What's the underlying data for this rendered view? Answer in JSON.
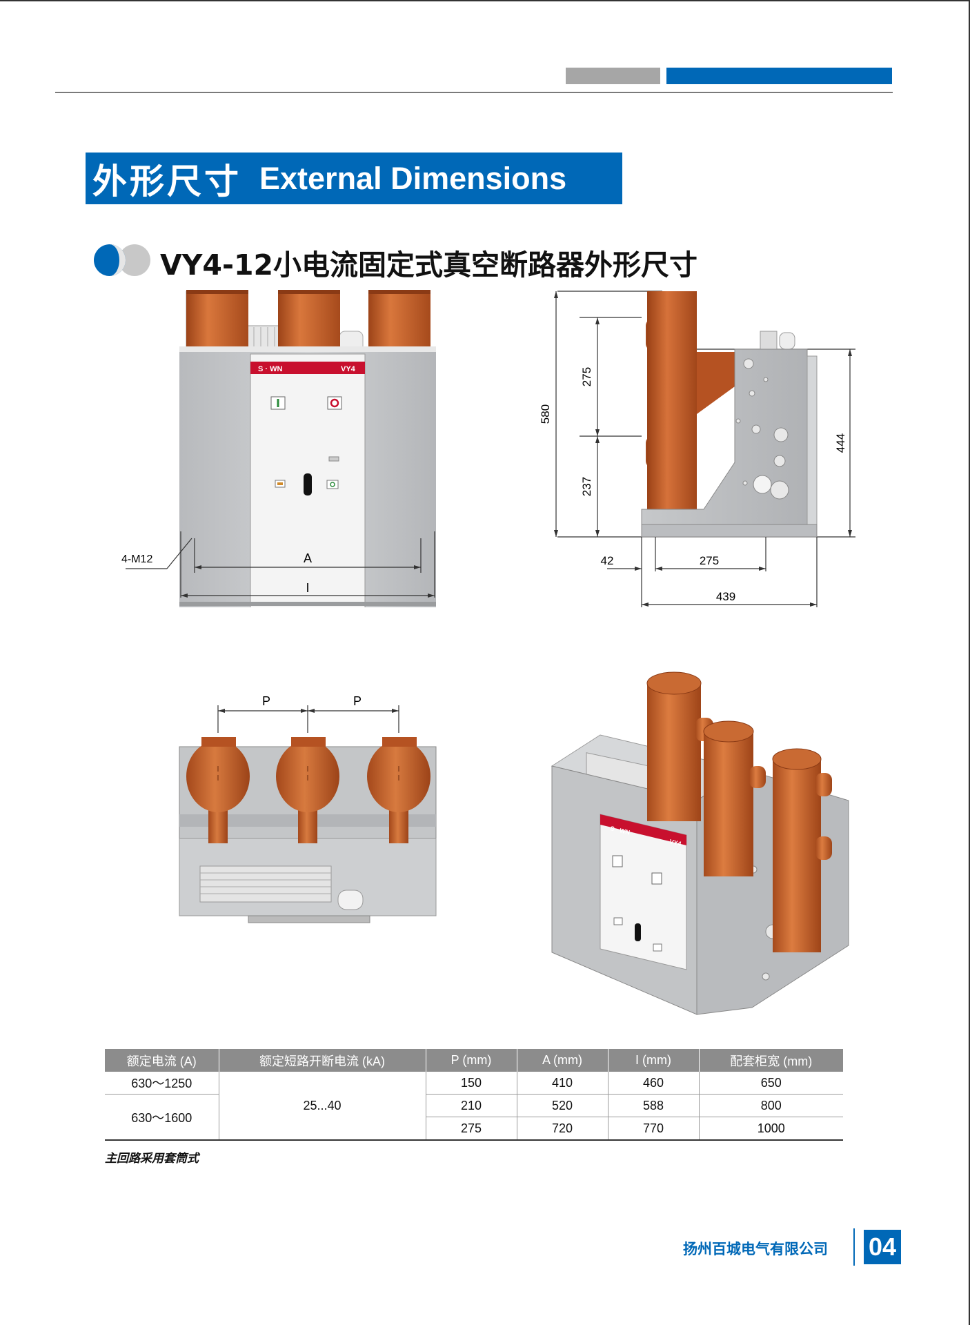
{
  "header": {
    "title_cn": "外形尺寸",
    "title_en": "External Dimensions"
  },
  "section": {
    "subtitle": "VY4-12小电流固定式真空断路器外形尺寸"
  },
  "drawings": {
    "front": {
      "brand": "S · WN",
      "model": "VY4",
      "bolt_label": "4-M12",
      "dim_a": "A",
      "dim_l": "I"
    },
    "side": {
      "dim_580": "580",
      "dim_275v": "275",
      "dim_237": "237",
      "dim_444": "444",
      "dim_42": "42",
      "dim_275h": "275",
      "dim_439": "439"
    },
    "top": {
      "dim_p1": "P",
      "dim_p2": "P"
    },
    "iso": {
      "brand": "S · WN",
      "model": "VY4"
    }
  },
  "table": {
    "headers": [
      "额定电流 (A)",
      "额定短路开断电流 (kA)",
      "P (mm)",
      "A (mm)",
      "I (mm)",
      "配套柜宽 (mm)"
    ],
    "current_1": "630～1250",
    "current_2": "630～1600",
    "breaking": "25...40",
    "rows": [
      {
        "p": "150",
        "a": "410",
        "i": "460",
        "w": "650"
      },
      {
        "p": "210",
        "a": "520",
        "i": "588",
        "w": "800"
      },
      {
        "p": "275",
        "a": "720",
        "i": "770",
        "w": "1000"
      }
    ]
  },
  "note": "主回路采用套筒式",
  "footer": {
    "company": "扬州百城电气有限公司",
    "page": "04"
  },
  "colors": {
    "brand_blue": "#0068b7",
    "gray_bar": "#a6a6a6",
    "copper": "#c2612c",
    "panel_gray": "#c4c6c8"
  }
}
